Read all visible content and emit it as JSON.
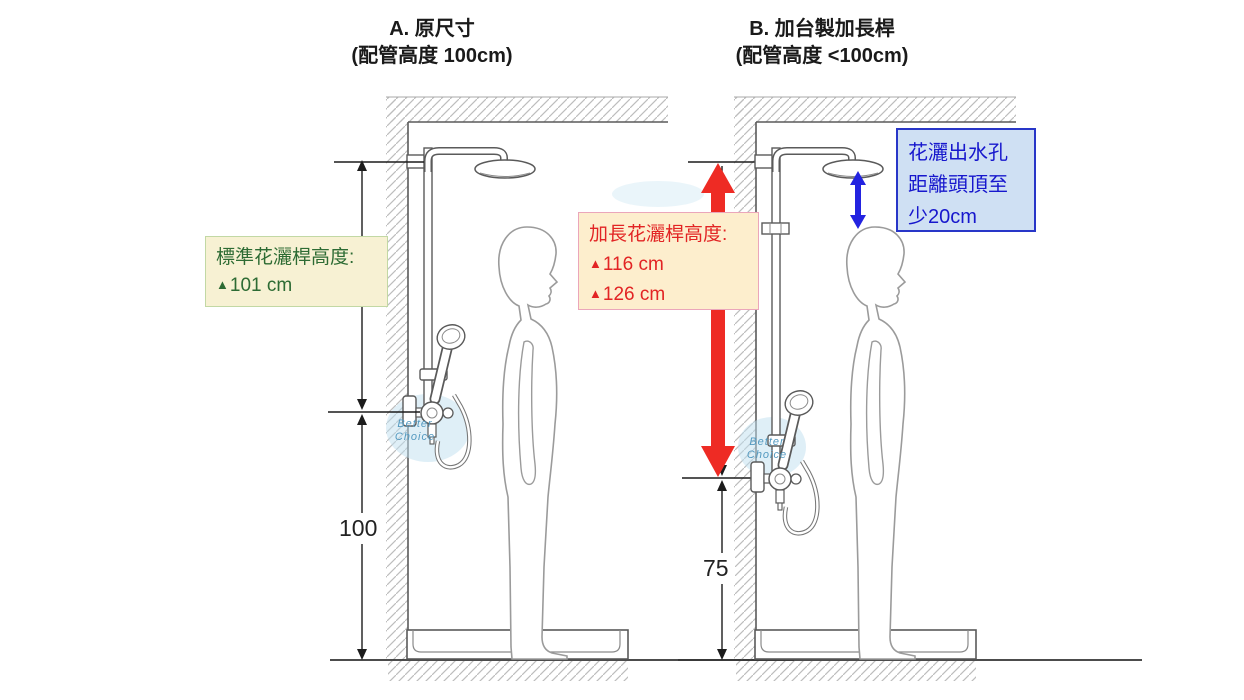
{
  "diagram_a": {
    "title_line1": "A. 原尺寸",
    "title_line2": "(配管高度 100cm)",
    "rail_height_label": {
      "title": "標準花灑桿高度:",
      "marker": "▲",
      "value": "101 cm"
    },
    "pipe_height_dimension": "100"
  },
  "diagram_b": {
    "title_line1": "B. 加台製加長桿",
    "title_line2": "(配管高度 <100cm)",
    "extended_rail_label": {
      "title": "加長花灑桿高度:",
      "marker": "▲",
      "value1": "116 cm",
      "value2": "126 cm"
    },
    "head_clearance_label": {
      "line1": "花灑出水孔",
      "line2": "距離頭頂至",
      "line3": "少20cm"
    },
    "pipe_height_dimension": "75"
  },
  "watermark": {
    "line1": "Better",
    "line2": "Choice"
  },
  "colors": {
    "standard_label_text": "#2d6b33",
    "standard_label_bg": "#f7f1d3",
    "extended_label_text": "#e22424",
    "extended_label_bg": "#fdeecd",
    "clearance_label_text": "#1717cd",
    "clearance_label_bg": "#cfe0f3",
    "red_arrow": "#ee2b24",
    "blue_arrow": "#2323e0",
    "line_art": "#5a5a5a"
  }
}
